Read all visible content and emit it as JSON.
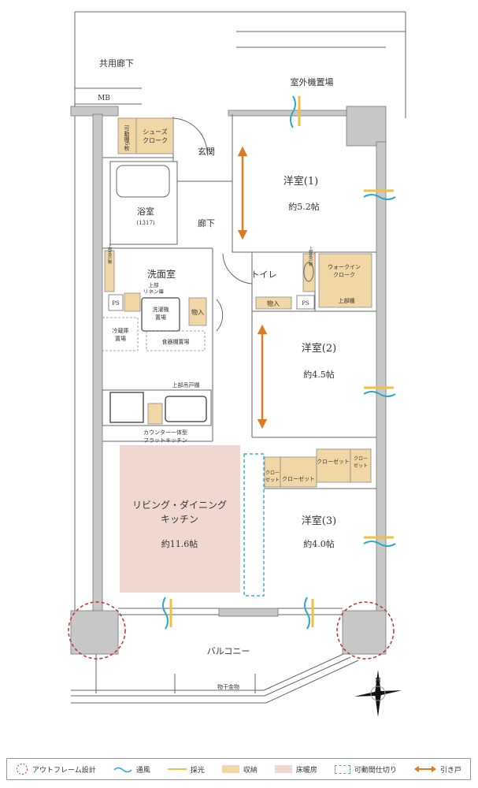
{
  "plan": {
    "common_corridor": "共用廊下",
    "mb": "MB",
    "outdoor_unit": "室外機置場",
    "shoe_closet": {
      "side": "可動棚6枚",
      "label_1": "シューズ",
      "label_2": "クローク"
    },
    "entrance": "玄関",
    "bath": {
      "name": "浴室",
      "size": "(1317)"
    },
    "hallway": "廊下",
    "western1": {
      "name": "洋室(1)",
      "size": "約5.2帖"
    },
    "washroom": {
      "name": "洗面室",
      "upper_cabinet": "上部吊戸棚",
      "linen_1": "上部",
      "linen_2": "リネン庫",
      "washer_1": "洗濯機",
      "washer_2": "置場",
      "ps": "PS",
      "storage": "物入"
    },
    "fridge": {
      "l1": "冷蔵庫",
      "l2": "置場"
    },
    "cupboard": "食器棚置場",
    "toilet": {
      "name": "トイレ",
      "upper_cabinet": "上部吊戸棚"
    },
    "wic": {
      "l1": "ウォークイン",
      "l2": "クローク",
      "upper_shelf": "上部棚"
    },
    "hall_storage": "物入",
    "ps2": "PS",
    "western2": {
      "name": "洋室(2)",
      "size": "約4.5帖"
    },
    "kitchen": {
      "upper_cabinet": "上部吊戸棚",
      "l1": "カウンター一体型",
      "l2": "フラットキッチン"
    },
    "ldk": {
      "l1": "リビング・ダイニング",
      "l2": "キッチン",
      "size": "約11.6帖"
    },
    "closets": {
      "small_a1": "クロー",
      "small_a2": "ゼット",
      "main_a": "クローゼット",
      "main_b": "クローゼット",
      "small_b1": "クロー",
      "small_b2": "ゼット"
    },
    "western3": {
      "name": "洋室(3)",
      "size": "約4.0帖"
    },
    "balcony": "バルコニー",
    "drying_hardware": "物干金物",
    "north": "N"
  },
  "colors": {
    "storage": "#f2d7a6",
    "floor_heating": "#f0d8d0",
    "ventilation": "#2aa8c8",
    "lighting": "#f2c040",
    "outframe": "#c03030",
    "partition": "#3ab0d0",
    "sliding_door": "#e07a20"
  },
  "legend": [
    {
      "icon": "dashed-circle-icon",
      "label": "アウトフレーム設計"
    },
    {
      "icon": "wave-icon",
      "label": "通風"
    },
    {
      "icon": "light-line-icon",
      "label": "採光"
    },
    {
      "icon": "storage-swatch-icon",
      "label": "収納"
    },
    {
      "icon": "floor-heating-swatch-icon",
      "label": "床暖房"
    },
    {
      "icon": "dashed-rect-icon",
      "label": "可動間仕切り"
    },
    {
      "icon": "double-arrow-icon",
      "label": "引き戸"
    }
  ]
}
